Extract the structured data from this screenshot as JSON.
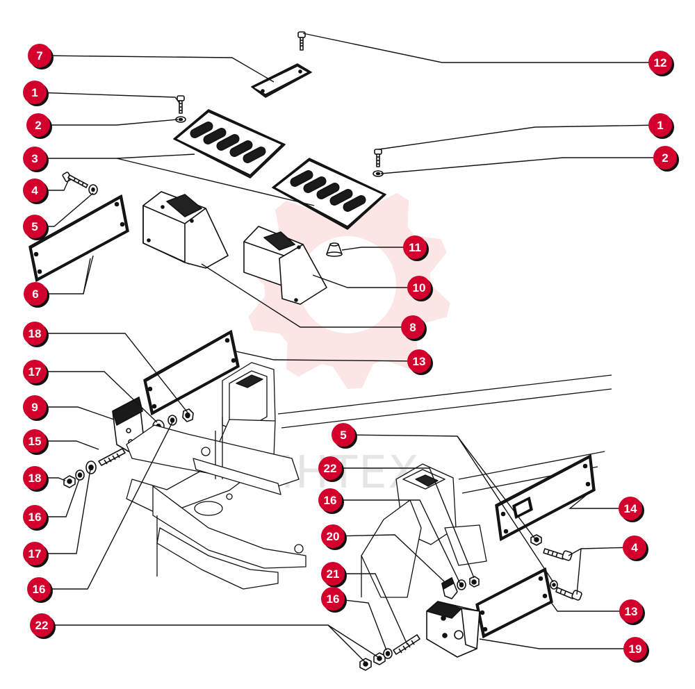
{
  "diagram": {
    "type": "exploded parts diagram",
    "watermark_text": "ИНТЕХ",
    "colors": {
      "badge_fill": "#d3002d",
      "badge_text": "#ffffff",
      "leader_line": "#111111",
      "part_stroke": "#111111",
      "watermark_gear": "#f4a3a3"
    },
    "callouts": [
      {
        "id": "c7",
        "label": "7"
      },
      {
        "id": "c12",
        "label": "12"
      },
      {
        "id": "c1a",
        "label": "1"
      },
      {
        "id": "c2a",
        "label": "2"
      },
      {
        "id": "c1b",
        "label": "1"
      },
      {
        "id": "c2b",
        "label": "2"
      },
      {
        "id": "c3",
        "label": "3"
      },
      {
        "id": "c4a",
        "label": "4"
      },
      {
        "id": "c5a",
        "label": "5"
      },
      {
        "id": "c6",
        "label": "6"
      },
      {
        "id": "c11",
        "label": "11"
      },
      {
        "id": "c10",
        "label": "10"
      },
      {
        "id": "c8",
        "label": "8"
      },
      {
        "id": "c18a",
        "label": "18"
      },
      {
        "id": "c13a",
        "label": "13"
      },
      {
        "id": "c17a",
        "label": "17"
      },
      {
        "id": "c9",
        "label": "9"
      },
      {
        "id": "c15",
        "label": "15"
      },
      {
        "id": "c18b",
        "label": "18"
      },
      {
        "id": "c16a",
        "label": "16"
      },
      {
        "id": "c17b",
        "label": "17"
      },
      {
        "id": "c16b",
        "label": "16"
      },
      {
        "id": "c5b",
        "label": "5"
      },
      {
        "id": "c22a",
        "label": "22"
      },
      {
        "id": "c16c",
        "label": "16"
      },
      {
        "id": "c14",
        "label": "14"
      },
      {
        "id": "c20",
        "label": "20"
      },
      {
        "id": "c4b",
        "label": "4"
      },
      {
        "id": "c21",
        "label": "21"
      },
      {
        "id": "c16d",
        "label": "16"
      },
      {
        "id": "c13b",
        "label": "13"
      },
      {
        "id": "c22b",
        "label": "22"
      },
      {
        "id": "c19",
        "label": "19"
      }
    ]
  }
}
